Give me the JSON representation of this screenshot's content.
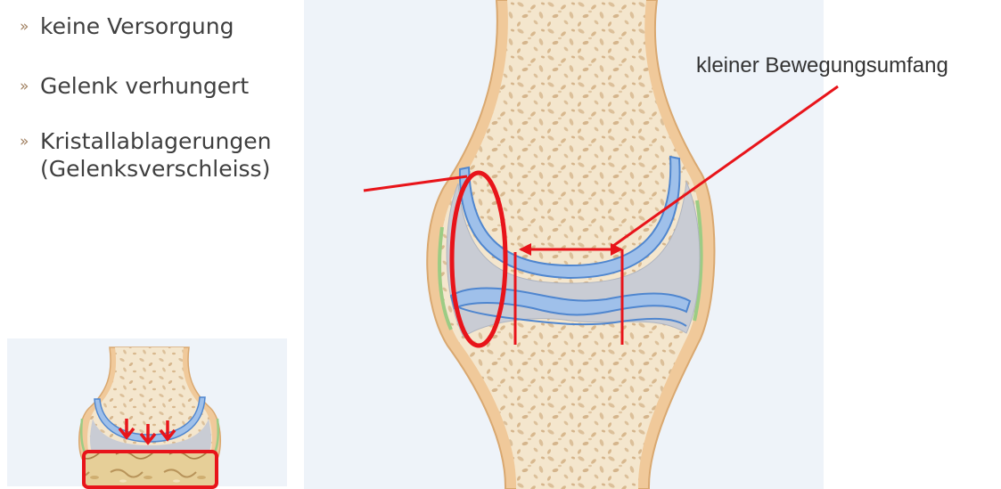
{
  "bullets": [
    {
      "marker": "»",
      "lines": [
        "keine Versorgung"
      ]
    },
    {
      "marker": "»",
      "lines": [
        "Gelenk verhungert"
      ]
    },
    {
      "marker": "»",
      "lines": [
        "Kristallablagerungen",
        "(Gelenksverschleiss)"
      ]
    }
  ],
  "callout_label": "kleiner Bewegungsumfang",
  "colors": {
    "bone_outer": "#f0c99a",
    "bone_fill": "#f4e6cd",
    "trabecula": "#dcc09a",
    "cartilage_blue": "#8bb2e2",
    "joint_space": "#c9ccd4",
    "annotation_red": "#e8141a",
    "panel_bg": "#eef3f9",
    "text": "#3f3f3f"
  }
}
